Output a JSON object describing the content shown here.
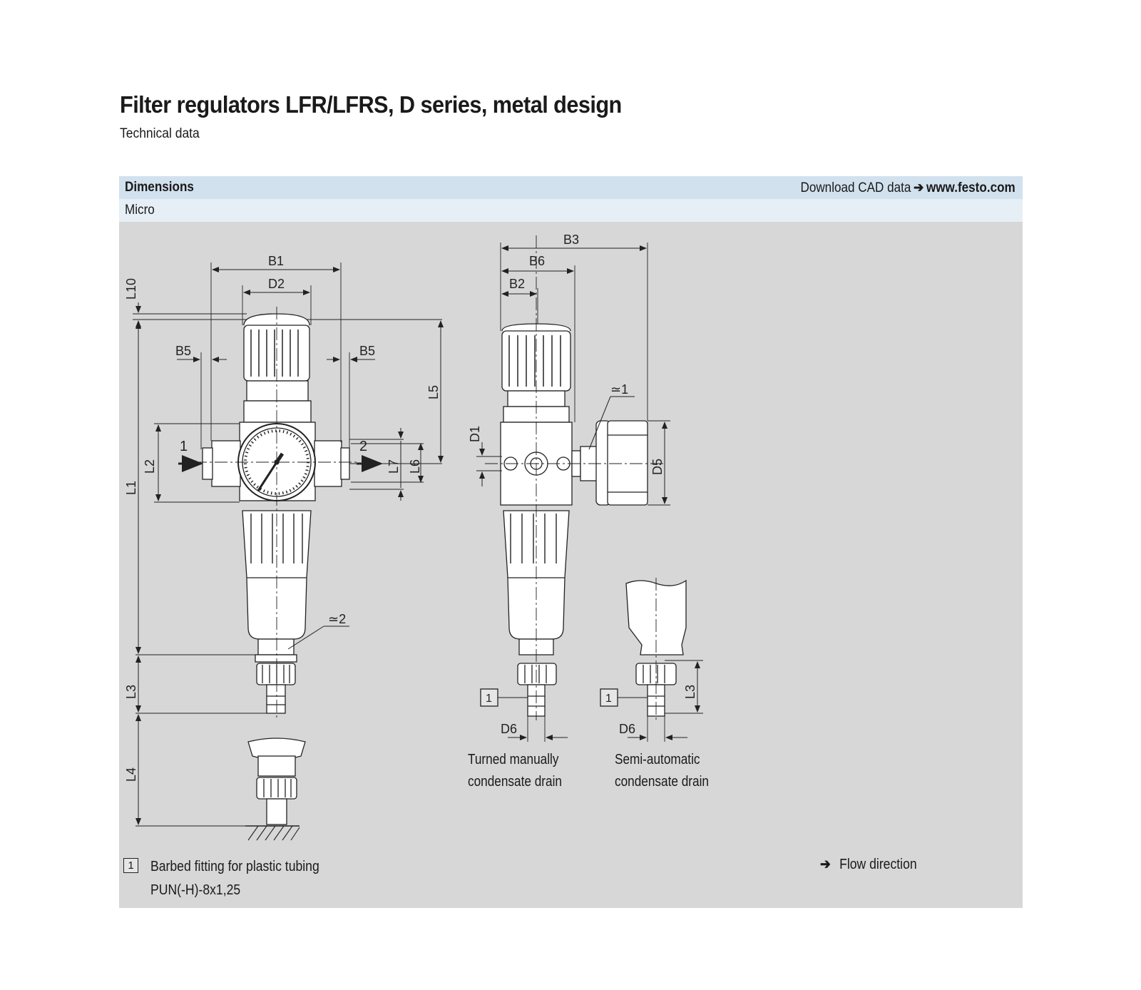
{
  "page": {
    "title": "Filter regulators LFR/LFRS, D series, metal design",
    "subtitle": "Technical data"
  },
  "header": {
    "section": "Dimensions",
    "download_label": "Download CAD data",
    "arrow": "➔",
    "url": "www.festo.com",
    "variant": "Micro"
  },
  "drawing": {
    "dims": [
      "B1",
      "D2",
      "B5",
      "B5",
      "L10",
      "L1",
      "L2",
      "L5",
      "L6",
      "L7",
      "L3",
      "L4",
      "B3",
      "B6",
      "B2",
      "D1",
      "D5",
      "D6",
      "D6",
      "L3"
    ],
    "ports": [
      "1",
      "2"
    ],
    "wrench": [
      "≃1",
      "≃2"
    ],
    "item_markers": [
      "1",
      "1"
    ]
  },
  "captions": {
    "manual_line1": "Turned manually",
    "manual_line2": "condensate drain",
    "semi_line1": "Semi-automatic",
    "semi_line2": "condensate drain"
  },
  "legend": {
    "marker": "1",
    "line1": "Barbed fitting for plastic tubing",
    "line2": "PUN(-H)-8x1,25",
    "flow_arrow": "➔",
    "flow_label": "Flow direction"
  }
}
